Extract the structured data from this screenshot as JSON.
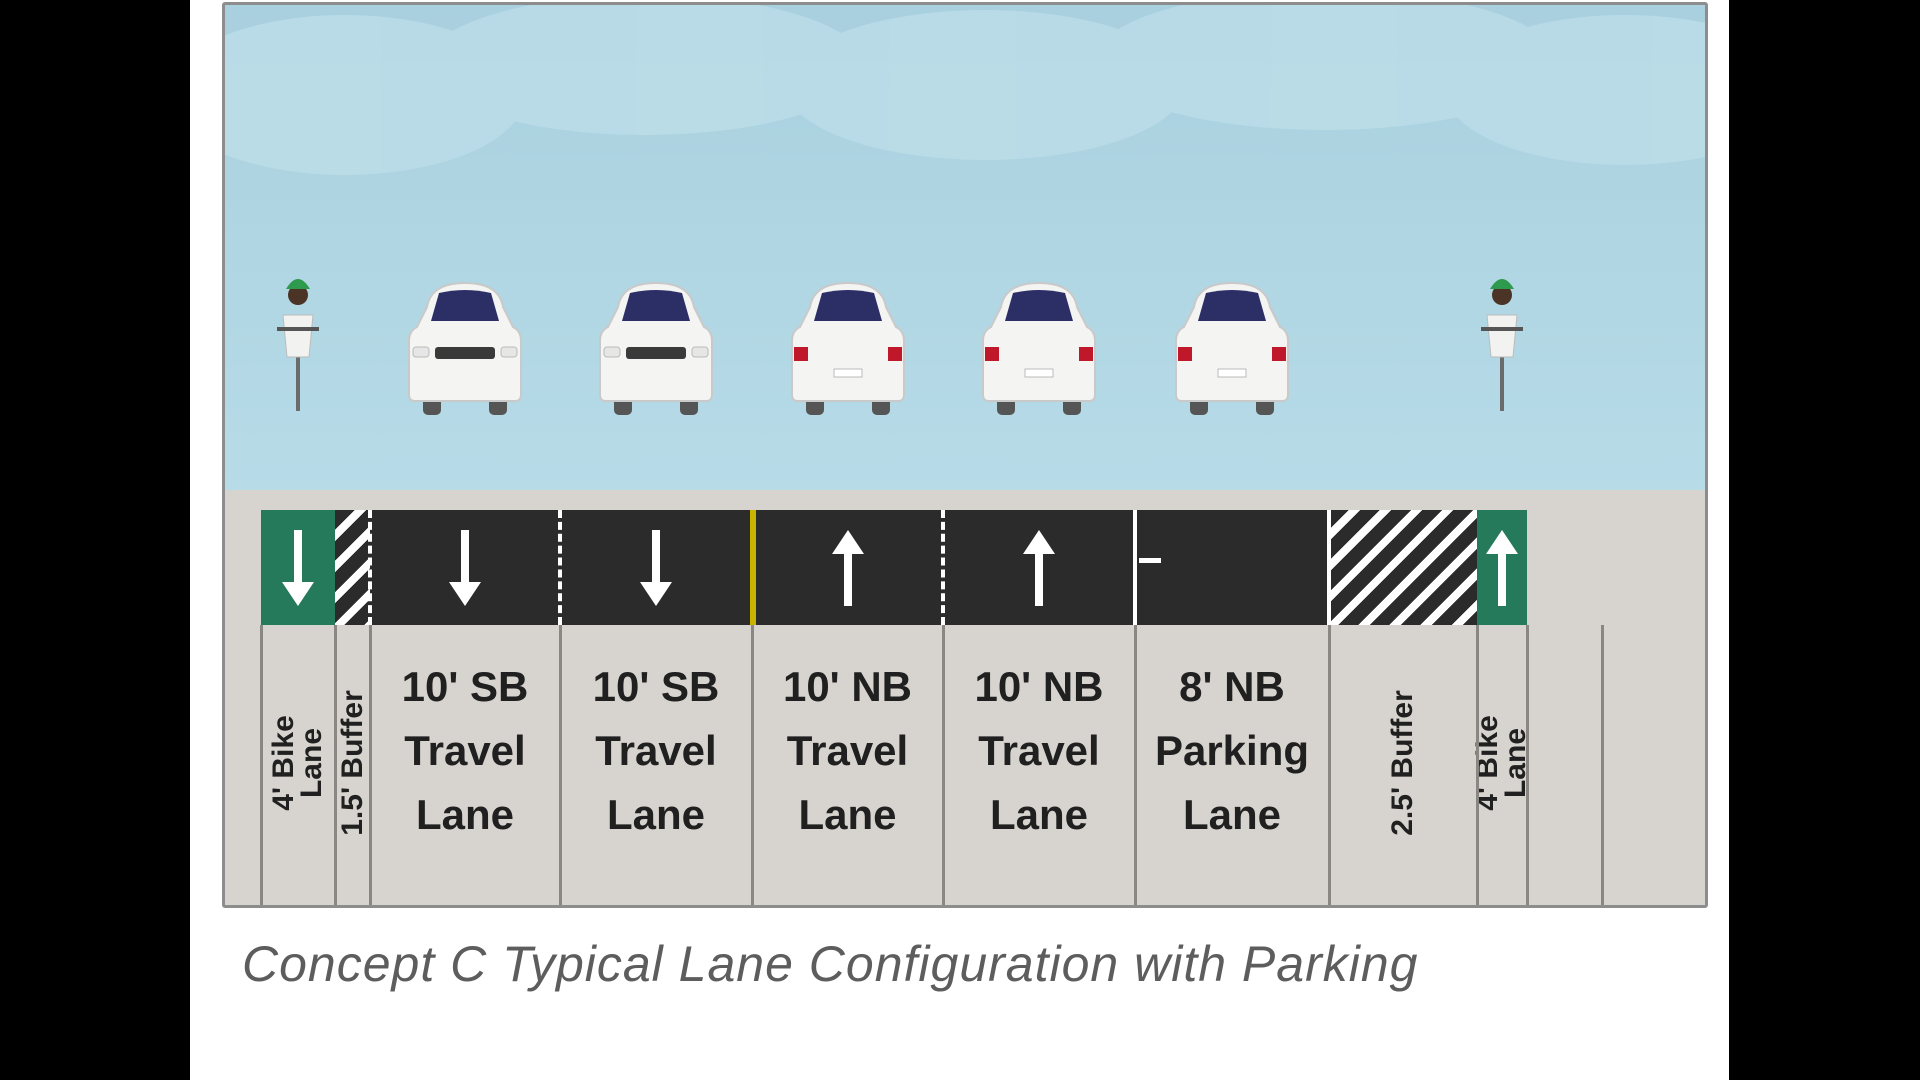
{
  "caption": "Concept C Typical Lane Configuration with Parking",
  "colors": {
    "sky": "#b0d6e3",
    "pavement": "#2b2b2b",
    "bike_lane": "#247a5b",
    "ground": "#d7d4cf",
    "center_line": "#c9b200",
    "caption": "#5d5d5d"
  },
  "lanes": [
    {
      "id": "bike-sb",
      "kind": "bike",
      "direction": "down",
      "label": "4' Bike Lane",
      "label_lines": [
        "4' Bike",
        "Lane"
      ],
      "rotated": true,
      "vehicle": "cyclist-rear-icon"
    },
    {
      "id": "buffer-west",
      "kind": "buffer",
      "direction": "none",
      "label": "1.5' Buffer",
      "label_lines": [
        "1.5' Buffer"
      ],
      "rotated": true,
      "vehicle": ""
    },
    {
      "id": "travel-sb-1",
      "kind": "travel",
      "direction": "down",
      "label": "10' SB Travel Lane",
      "label_lines": [
        "10' SB",
        "Travel",
        "Lane"
      ],
      "rotated": false,
      "vehicle": "car-front-icon"
    },
    {
      "id": "travel-sb-2",
      "kind": "travel",
      "direction": "down",
      "label": "10' SB Travel Lane",
      "label_lines": [
        "10' SB",
        "Travel",
        "Lane"
      ],
      "rotated": false,
      "vehicle": "car-front-icon"
    },
    {
      "id": "travel-nb-1",
      "kind": "travel",
      "direction": "up",
      "label": "10' NB Travel Lane",
      "label_lines": [
        "10' NB",
        "Travel",
        "Lane"
      ],
      "rotated": false,
      "vehicle": "car-rear-icon"
    },
    {
      "id": "travel-nb-2",
      "kind": "travel",
      "direction": "up",
      "label": "10' NB Travel Lane",
      "label_lines": [
        "10' NB",
        "Travel",
        "Lane"
      ],
      "rotated": false,
      "vehicle": "car-rear-icon"
    },
    {
      "id": "parking-nb",
      "kind": "parking",
      "direction": "none",
      "label": "8' NB Parking Lane",
      "label_lines": [
        "8' NB",
        "Parking",
        "Lane"
      ],
      "rotated": false,
      "vehicle": "car-rear-icon"
    },
    {
      "id": "buffer-east",
      "kind": "buffer",
      "direction": "none",
      "label": "2.5' Buffer",
      "label_lines": [
        "2.5' Buffer"
      ],
      "rotated": true,
      "vehicle": ""
    },
    {
      "id": "bike-nb",
      "kind": "bike",
      "direction": "up",
      "label": "4' Bike Lane",
      "label_lines": [
        "4' Bike",
        "Lane"
      ],
      "rotated": true,
      "vehicle": "cyclist-front-icon"
    }
  ]
}
